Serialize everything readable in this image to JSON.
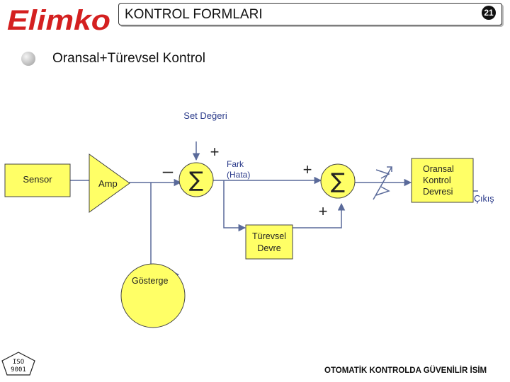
{
  "logo": {
    "text": "Elimko"
  },
  "header": {
    "title": "KONTROL FORMLARI",
    "page_number": "21"
  },
  "page_title": "Oransal+Türevsel Kontrol",
  "diagram": {
    "set_value_label": "Set Değeri",
    "sensor_label": "Sensor",
    "amp_label": "Amp",
    "minus_sign": "–",
    "plus_sign": "+",
    "sigma": "∑",
    "error_label_line1": "Fark",
    "error_label_line2": "(Hata)",
    "proportional_line1": "Oransal",
    "proportional_line2": "Kontrol",
    "proportional_line3": "Devresi",
    "output_label": "Çıkış",
    "derivative_line1": "Türevsel",
    "derivative_line2": "Devre",
    "gauge_label": "Gösterge"
  },
  "footer": {
    "iso_line1": "ISO",
    "iso_line2": "9001",
    "text": "OTOMATİK KONTROLDA GÜVENİLİR İSİM"
  },
  "colors": {
    "block_fill": "#ffff66",
    "brand_red": "#d42020",
    "line": "#5a6a9a"
  }
}
